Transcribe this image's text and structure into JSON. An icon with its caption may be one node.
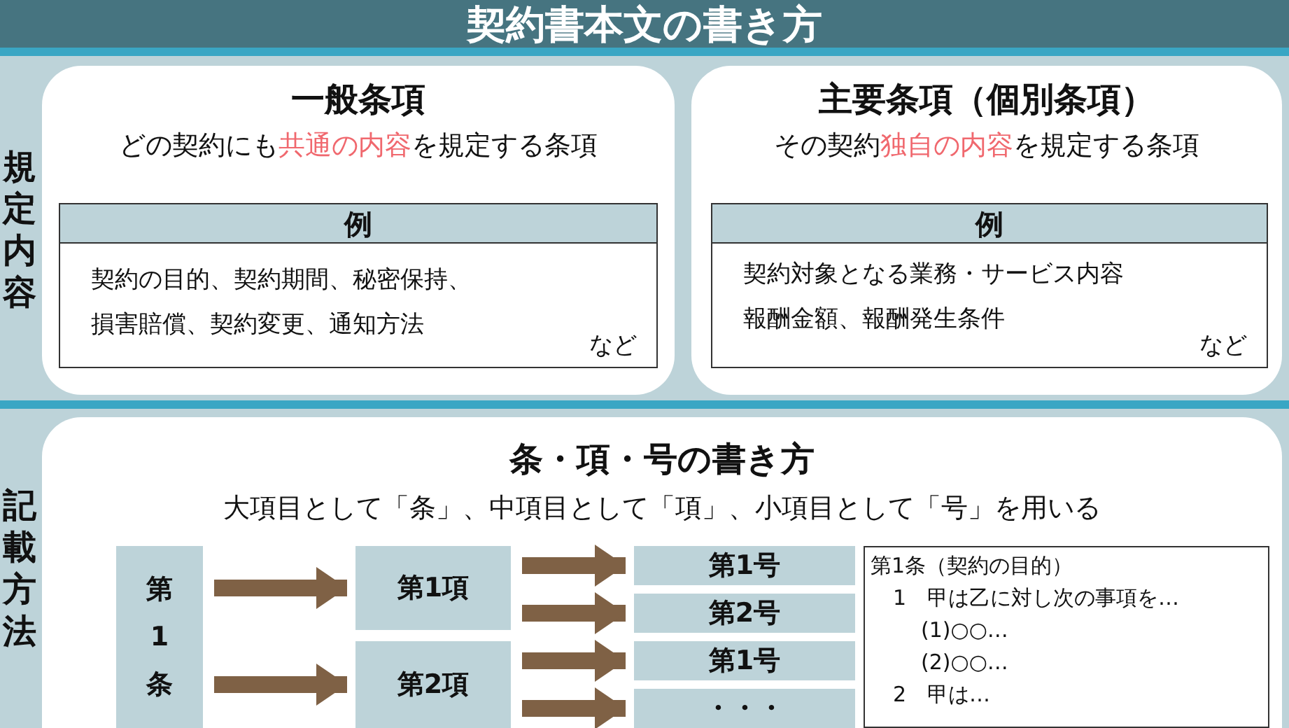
{
  "diagram": {
    "title": "契約書本文の書き方",
    "nodes": [
      {
        "text": [
          "一般条項",
          "どの契約にも**共通の内容**を規定する条項"
        ]
      },
      {
        "text": [
          "例",
          "契約の目的、契約期間、秘密保持、損害賠償、契約変更、通知方法",
          "など"
        ],
        "in": 0
      },
      {
        "text": [
          "主要条項（個別条項）",
          "その契約**独自の内容**を規定する条項"
        ]
      },
      {
        "text": [
          "例",
          "契約対象となる業務・サービス内容",
          "報酬金額、報酬発生条件",
          "など"
        ],
        "in": 2
      },
      {
        "text": [
          "条・項・号の書き方",
          "大項目として「条」、中項目として「項」、小項目として「号」を用いる"
        ]
      },
      {
        "text": [
          "第1条"
        ],
        "in": 4
      },
      {
        "text": [
          "第1項"
        ],
        "in": 4
      },
      {
        "text": [
          "第2項"
        ],
        "in": 4
      },
      {
        "text": [
          "第1号"
        ],
        "in": 4
      },
      {
        "text": [
          "第2号"
        ],
        "in": 4
      },
      {
        "text": [
          "第1号"
        ],
        "in": 4
      },
      {
        "text": [
          "・・・"
        ],
        "in": 4
      },
      {
        "text": [
          "第1条（契約の目的）",
          "1　甲は乙に対し次の事項を…",
          "(1)○○…",
          "(2)○○…",
          "2　甲は…"
        ],
        "in": 4
      }
    ],
    "edges": [
      {
        "from": 5,
        "to": 6,
        "arrow": "to"
      },
      {
        "from": 5,
        "to": 7,
        "arrow": "to"
      },
      {
        "from": 6,
        "to": 8,
        "arrow": "to"
      },
      {
        "from": 6,
        "to": 9,
        "arrow": "to"
      },
      {
        "from": 7,
        "to": 10,
        "arrow": "to"
      },
      {
        "from": 7,
        "to": 11,
        "arrow": "to"
      }
    ],
    "labels": [
      "規定内容",
      "記載方法"
    ]
  }
}
